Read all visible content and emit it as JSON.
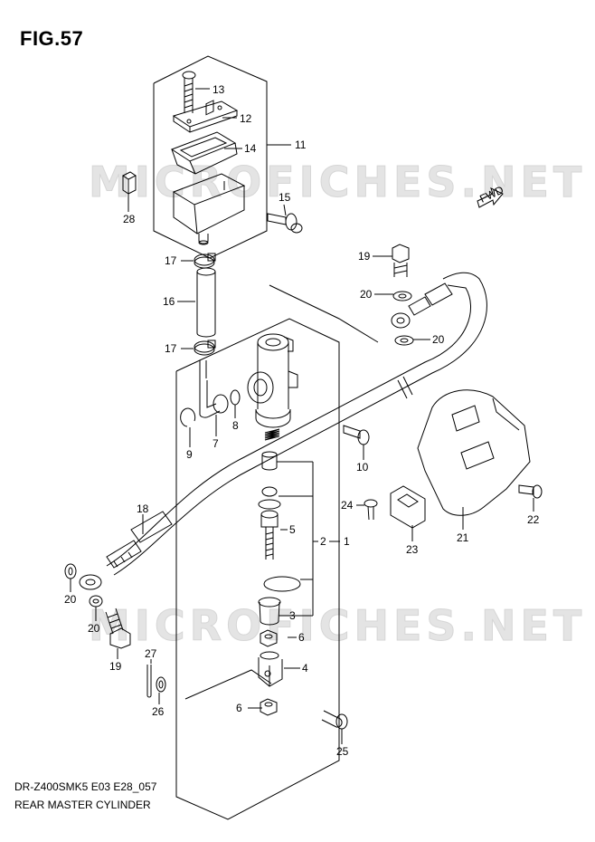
{
  "figure": {
    "title": "FIG.57"
  },
  "watermark": "MICROFICHES.NET",
  "fwd_label": "FWD",
  "footer": {
    "code": "DR-Z400SMK5 E03 E28_057",
    "name": "REAR MASTER CYLINDER"
  },
  "callouts": {
    "c1": "1",
    "c2": "2",
    "c3": "3",
    "c4": "4",
    "c5": "5",
    "c6a": "6",
    "c6b": "6",
    "c7": "7",
    "c8": "8",
    "c9": "9",
    "c10": "10",
    "c11": "11",
    "c12": "12",
    "c13": "13",
    "c14": "14",
    "c15": "15",
    "c16": "16",
    "c17a": "17",
    "c17b": "17",
    "c18": "18",
    "c19a": "19",
    "c19b": "19",
    "c20a": "20",
    "c20b": "20",
    "c20c": "20",
    "c20d": "20",
    "c21": "21",
    "c22": "22",
    "c23": "23",
    "c24": "24",
    "c25": "25",
    "c26": "26",
    "c27": "27",
    "c28": "28"
  }
}
